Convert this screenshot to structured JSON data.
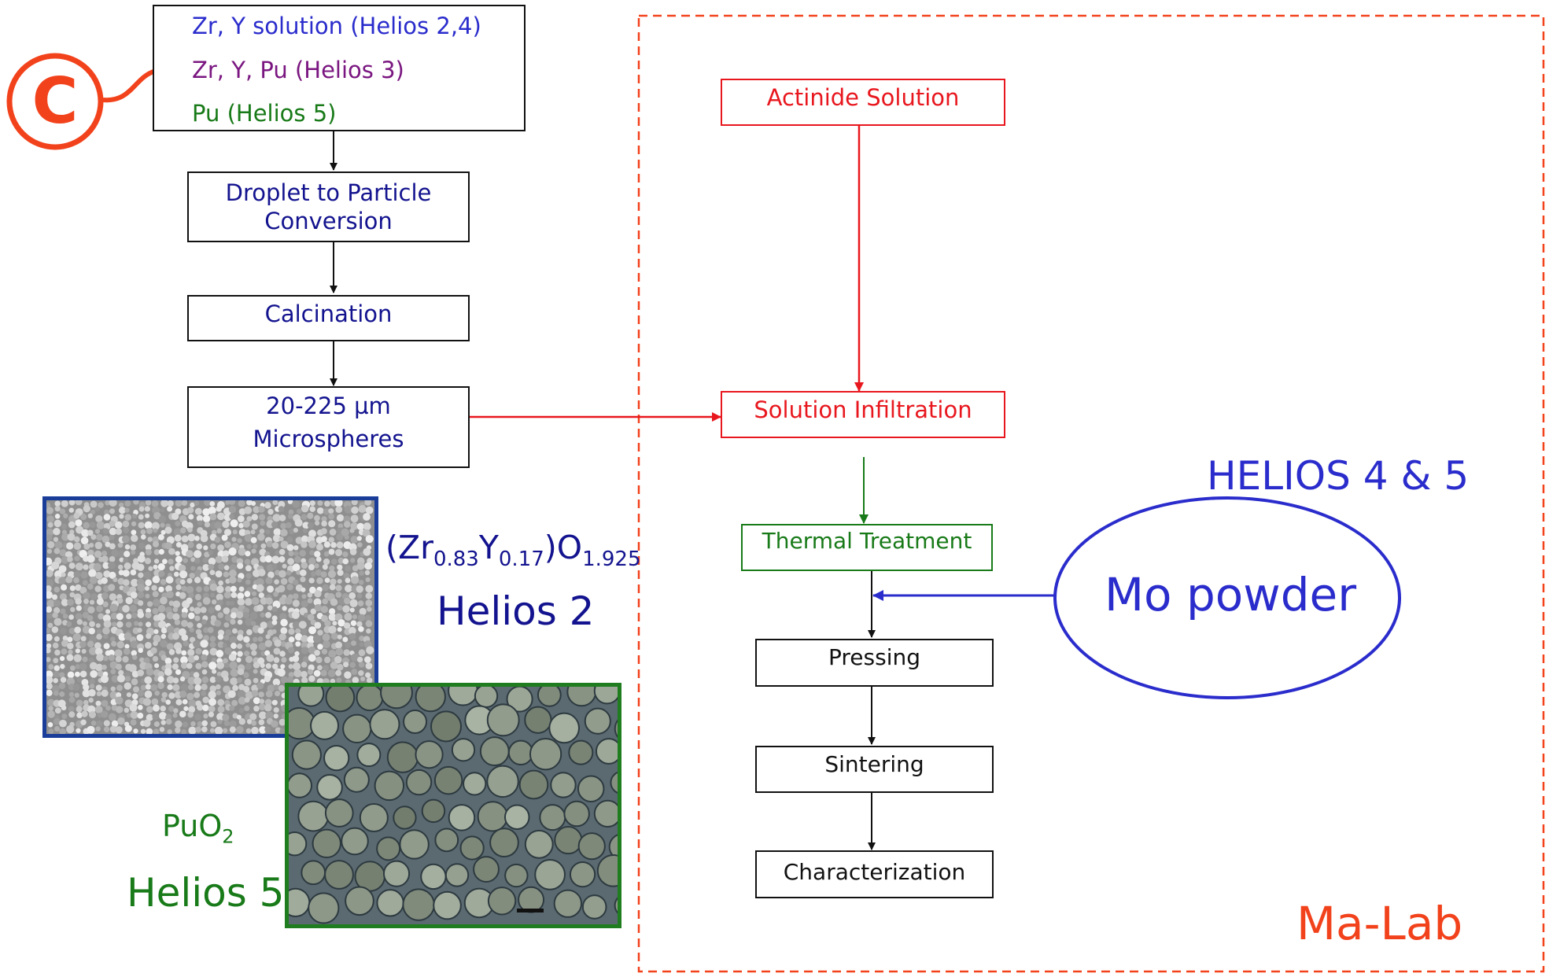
{
  "colors": {
    "red": "#e8171e",
    "blue": "#2a2ccc",
    "navy": "#13138f",
    "green": "#187a18",
    "purple": "#7a1680",
    "orange": "#f2421c",
    "black": "#111111"
  },
  "source_box": {
    "line1": "Zr, Y solution (Helios 2,4)",
    "line2": "Zr, Y, Pu (Helios 3)",
    "line3": "Pu (Helios 5)"
  },
  "badge": {
    "letter": "C"
  },
  "left_flow": {
    "droplet_line1": "Droplet to Particle",
    "droplet_line2": "Conversion",
    "calcination": "Calcination",
    "micro_line1": "20-225 µm",
    "micro_line2": "Microspheres"
  },
  "right_flow": {
    "actinide": "Actinide Solution",
    "infiltration": "Solution Infiltration",
    "thermal": "Thermal Treatment",
    "pressing": "Pressing",
    "sintering": "Sintering",
    "characterization": "Characterization"
  },
  "helios45": {
    "title": "HELIOS 4 & 5",
    "ellipse_label": "Mo powder"
  },
  "lab_label": "Ma-Lab",
  "formula_h2": {
    "open": "(Zr",
    "zr_sub": "0.83",
    "y": "Y",
    "y_sub": "0.17",
    "close_o": ")O",
    "o_sub": "1.925"
  },
  "helios2_label": "Helios 2",
  "puo2": {
    "base": "PuO",
    "sub": "2"
  },
  "helios5_label": "Helios 5"
}
